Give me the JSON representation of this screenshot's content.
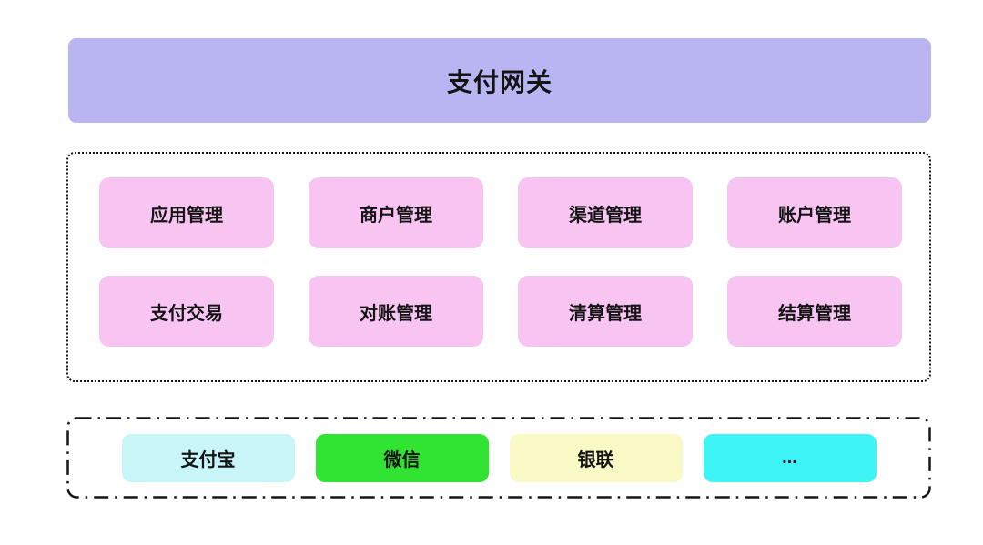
{
  "diagram": {
    "title": "支付网关",
    "title_bg": "#b8b5f2",
    "text_color": "#141414",
    "border_color": "#161616",
    "modules": {
      "box_bg": "#f8c5f2",
      "items": [
        {
          "label": "应用管理"
        },
        {
          "label": "商户管理"
        },
        {
          "label": "渠道管理"
        },
        {
          "label": "账户管理"
        },
        {
          "label": "支付交易"
        },
        {
          "label": "对账管理"
        },
        {
          "label": "清算管理"
        },
        {
          "label": "结算管理"
        }
      ]
    },
    "channels": {
      "items": [
        {
          "label": "支付宝",
          "bg": "#c8f5f7"
        },
        {
          "label": "微信",
          "bg": "#32e432"
        },
        {
          "label": "银联",
          "bg": "#f9f9c5"
        },
        {
          "label": "...",
          "bg": "#3ef4f4"
        }
      ]
    }
  }
}
